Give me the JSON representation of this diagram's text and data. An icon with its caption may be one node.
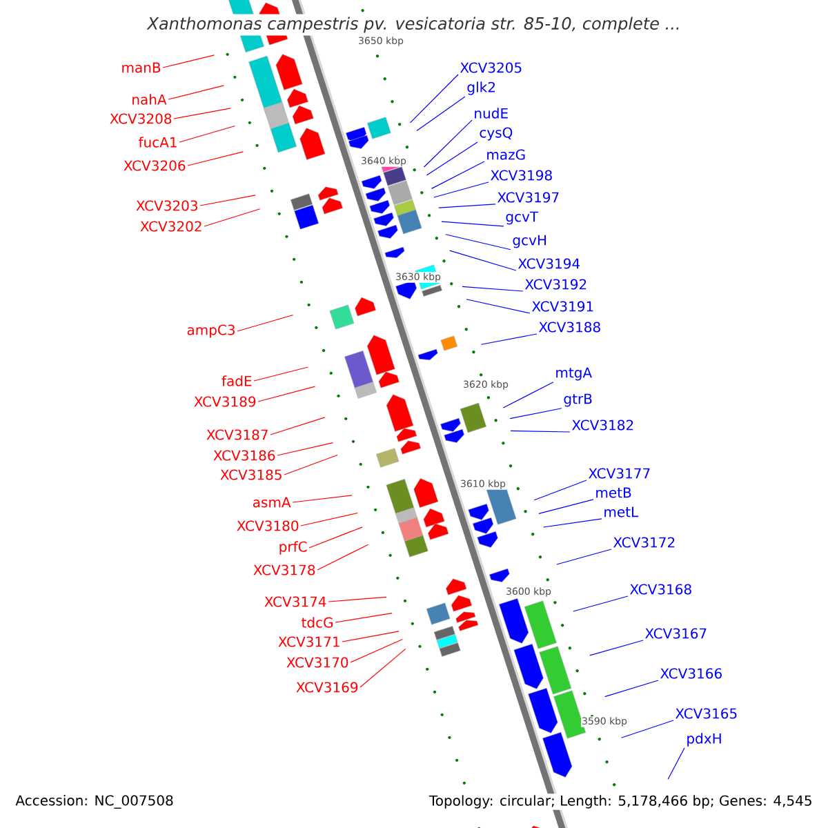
{
  "diagram": {
    "title": "Xanthomonas campestris pv. vesicatoria str. 85-10, complete ...",
    "nodes": [
      {
        "text": [
          "manB"
        ]
      },
      {
        "text": [
          "nahA"
        ]
      },
      {
        "text": [
          "XCV3208"
        ]
      },
      {
        "text": [
          "fucA1"
        ]
      },
      {
        "text": [
          "XCV3206"
        ]
      },
      {
        "text": [
          "XCV3203"
        ]
      },
      {
        "text": [
          "XCV3202"
        ]
      },
      {
        "text": [
          "ampC3"
        ]
      },
      {
        "text": [
          "fadE"
        ]
      },
      {
        "text": [
          "XCV3189"
        ]
      },
      {
        "text": [
          "XCV3187"
        ]
      },
      {
        "text": [
          "XCV3186"
        ]
      },
      {
        "text": [
          "XCV3185"
        ]
      },
      {
        "text": [
          "asmA"
        ]
      },
      {
        "text": [
          "XCV3180"
        ]
      },
      {
        "text": [
          "prfC"
        ]
      },
      {
        "text": [
          "XCV3178"
        ]
      },
      {
        "text": [
          "XCV3174"
        ]
      },
      {
        "text": [
          "tdcG"
        ]
      },
      {
        "text": [
          "XCV3171"
        ]
      },
      {
        "text": [
          "XCV3170"
        ]
      },
      {
        "text": [
          "XCV3169"
        ]
      },
      {
        "text": [
          "XCV3205"
        ]
      },
      {
        "text": [
          "glk2"
        ]
      },
      {
        "text": [
          "nudE"
        ]
      },
      {
        "text": [
          "cysQ"
        ]
      },
      {
        "text": [
          "mazG"
        ]
      },
      {
        "text": [
          "XCV3198"
        ]
      },
      {
        "text": [
          "XCV3197"
        ]
      },
      {
        "text": [
          "gcvT"
        ]
      },
      {
        "text": [
          "gcvH"
        ]
      },
      {
        "text": [
          "XCV3194"
        ]
      },
      {
        "text": [
          "XCV3192"
        ]
      },
      {
        "text": [
          "XCV3191"
        ]
      },
      {
        "text": [
          "XCV3188"
        ]
      },
      {
        "text": [
          "mtgA"
        ]
      },
      {
        "text": [
          "gtrB"
        ]
      },
      {
        "text": [
          "XCV3182"
        ]
      },
      {
        "text": [
          "XCV3177"
        ]
      },
      {
        "text": [
          "metB"
        ]
      },
      {
        "text": [
          "metL"
        ]
      },
      {
        "text": [
          "XCV3172"
        ]
      },
      {
        "text": [
          "XCV3168"
        ]
      },
      {
        "text": [
          "XCV3167"
        ]
      },
      {
        "text": [
          "XCV3166"
        ]
      },
      {
        "text": [
          "XCV3165"
        ]
      },
      {
        "text": [
          "pdxH"
        ]
      }
    ],
    "edges": [
      {
        "from": 0,
        "to": null,
        "arrow": "none",
        "color": "#ff0000"
      },
      {
        "from": 1,
        "to": null,
        "arrow": "none",
        "color": "#ff0000"
      },
      {
        "from": 2,
        "to": null,
        "arrow": "none",
        "color": "#ff0000"
      },
      {
        "from": 3,
        "to": null,
        "arrow": "none",
        "color": "#ff0000"
      },
      {
        "from": 4,
        "to": null,
        "arrow": "none",
        "color": "#ff0000"
      },
      {
        "from": 5,
        "to": null,
        "arrow": "none",
        "color": "#ff0000"
      },
      {
        "from": 6,
        "to": null,
        "arrow": "none",
        "color": "#ff0000"
      },
      {
        "from": 7,
        "to": null,
        "arrow": "none",
        "color": "#ff0000"
      },
      {
        "from": 8,
        "to": null,
        "arrow": "none",
        "color": "#ff0000"
      },
      {
        "from": 9,
        "to": null,
        "arrow": "none",
        "color": "#ff0000"
      },
      {
        "from": 10,
        "to": null,
        "arrow": "none",
        "color": "#ff0000"
      },
      {
        "from": 11,
        "to": null,
        "arrow": "none",
        "color": "#ff0000"
      },
      {
        "from": 12,
        "to": null,
        "arrow": "none",
        "color": "#ff0000"
      },
      {
        "from": 13,
        "to": null,
        "arrow": "none",
        "color": "#ff0000"
      },
      {
        "from": 14,
        "to": null,
        "arrow": "none",
        "color": "#ff0000"
      },
      {
        "from": 15,
        "to": null,
        "arrow": "none",
        "color": "#ff0000"
      },
      {
        "from": 16,
        "to": null,
        "arrow": "none",
        "color": "#ff0000"
      },
      {
        "from": 17,
        "to": null,
        "arrow": "none",
        "color": "#ff0000"
      },
      {
        "from": 18,
        "to": null,
        "arrow": "none",
        "color": "#ff0000"
      },
      {
        "from": 19,
        "to": null,
        "arrow": "none",
        "color": "#ff0000"
      },
      {
        "from": 20,
        "to": null,
        "arrow": "none",
        "color": "#ff0000"
      },
      {
        "from": 21,
        "to": null,
        "arrow": "none",
        "color": "#ff0000"
      },
      {
        "from": 22,
        "to": null,
        "arrow": "none"
      },
      {
        "from": 23,
        "to": null,
        "arrow": "none"
      },
      {
        "from": 24,
        "to": null,
        "arrow": "none"
      },
      {
        "from": 25,
        "to": null,
        "arrow": "none"
      },
      {
        "from": 26,
        "to": null,
        "arrow": "none"
      },
      {
        "from": 27,
        "to": null,
        "arrow": "none"
      },
      {
        "from": 28,
        "to": null,
        "arrow": "none"
      },
      {
        "from": 29,
        "to": null,
        "arrow": "none"
      },
      {
        "from": 30,
        "to": null,
        "arrow": "none"
      },
      {
        "from": 31,
        "to": null,
        "arrow": "none"
      },
      {
        "from": 32,
        "to": null,
        "arrow": "none"
      },
      {
        "from": 33,
        "to": null,
        "arrow": "none"
      },
      {
        "from": 34,
        "to": null,
        "arrow": "none"
      },
      {
        "from": 35,
        "to": null,
        "arrow": "none"
      },
      {
        "from": 36,
        "to": null,
        "arrow": "none"
      },
      {
        "from": 37,
        "to": null,
        "arrow": "none"
      },
      {
        "from": 38,
        "to": null,
        "arrow": "none"
      },
      {
        "from": 39,
        "to": null,
        "arrow": "none"
      },
      {
        "from": 40,
        "to": null,
        "arrow": "none"
      },
      {
        "from": 41,
        "to": null,
        "arrow": "none"
      },
      {
        "from": 42,
        "to": null,
        "arrow": "none"
      },
      {
        "from": 43,
        "to": null,
        "arrow": "none"
      },
      {
        "from": 44,
        "to": null,
        "arrow": "none"
      },
      {
        "from": 45,
        "to": null,
        "arrow": "none"
      },
      {
        "from": 46,
        "to": null,
        "arrow": "none"
      }
    ],
    "labels": [
      "3650 kbp",
      "3640 kbp",
      "3630 kbp",
      "3620 kbp",
      "3610 kbp",
      "3600 kbp",
      "3590 kbp",
      "Accession: NC_007508",
      "Topology: circular; Length: 5,178,466 bp; Genes: 4,545"
    ]
  }
}
